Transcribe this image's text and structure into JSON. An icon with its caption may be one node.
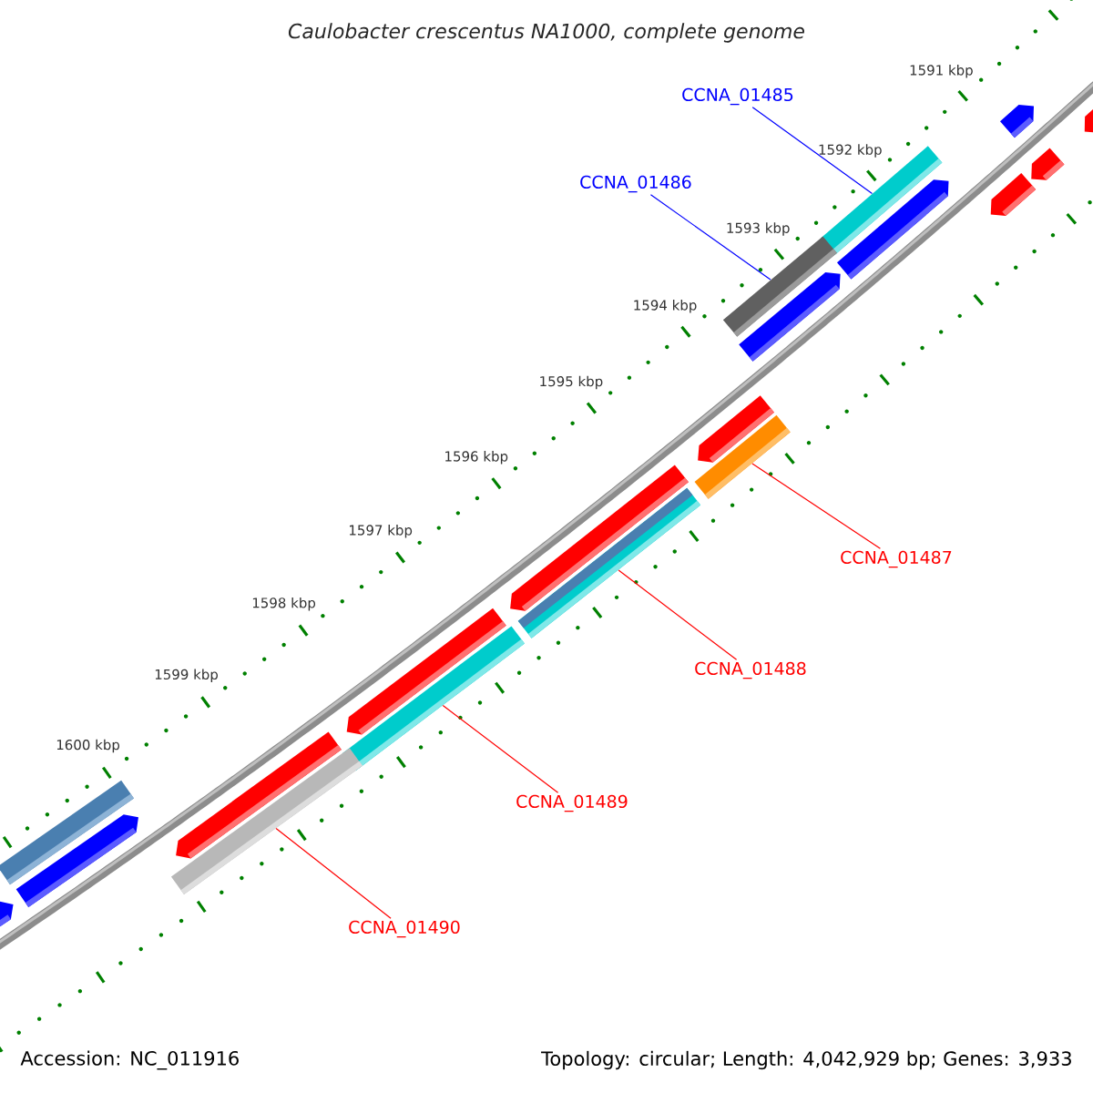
{
  "diagram": {
    "title": "Caulobacter crescentus NA1000, complete genome",
    "nodes": [
      {
        "text": [
          "CCNA_01485"
        ]
      },
      {
        "text": [
          "CCNA_01486"
        ]
      },
      {
        "text": [],
        "shape": "bar"
      },
      {
        "text": [],
        "shape": "bar"
      },
      {
        "text": [],
        "shape": "bar"
      },
      {
        "text": [
          "CCNA_01487"
        ]
      },
      {
        "text": [],
        "shape": "bar"
      },
      {
        "text": [
          "CCNA_01488"
        ]
      },
      {
        "text": [],
        "shape": "bar"
      },
      {
        "text": [
          "CCNA_01489"
        ]
      },
      {
        "text": [],
        "shape": "bar"
      },
      {
        "text": [
          "CCNA_01490"
        ]
      }
    ],
    "edges": [
      {
        "from": 0,
        "to": 2,
        "arrow": "none",
        "color": "#0000ff"
      },
      {
        "from": 1,
        "to": 3,
        "arrow": "none",
        "color": "#0000ff"
      },
      {
        "from": 5,
        "to": 4,
        "arrow": "none"
      },
      {
        "from": 7,
        "to": 6,
        "arrow": "none"
      },
      {
        "from": 9,
        "to": 8,
        "arrow": "none"
      },
      {
        "from": 11,
        "to": 10,
        "arrow": "none"
      }
    ],
    "labels": [
      "1591 kbp",
      "1592 kbp",
      "1593 kbp",
      "1594 kbp",
      "1595 kbp",
      "1596 kbp",
      "1597 kbp",
      "1598 kbp",
      "1599 kbp",
      "1600 kbp",
      "Accession: NC_011916",
      "Topology: circular; Length: 4,042,929 bp; Genes: 3,933"
    ]
  }
}
